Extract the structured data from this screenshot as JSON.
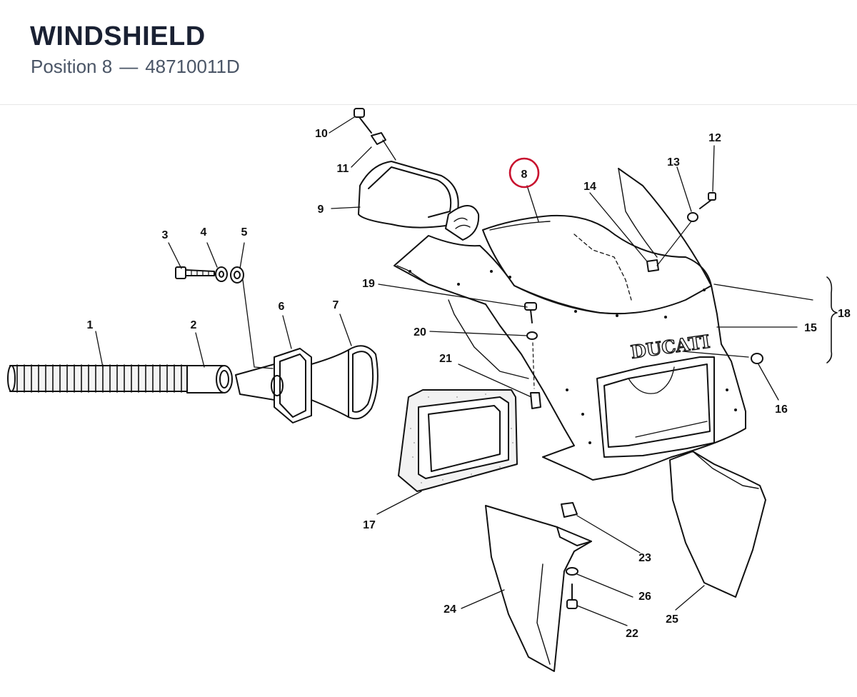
{
  "header": {
    "title": "WINDSHIELD",
    "position_label": "Position 8",
    "dash": "—",
    "part_number": "48710011D"
  },
  "diagram": {
    "brand_text": "DUCATI",
    "highlight_color": "#c8102e",
    "highlighted_callout": "8",
    "callouts": [
      "1",
      "2",
      "3",
      "4",
      "5",
      "6",
      "7",
      "8",
      "9",
      "10",
      "11",
      "12",
      "13",
      "14",
      "15",
      "16",
      "17",
      "18",
      "19",
      "20",
      "21",
      "22",
      "23",
      "24",
      "25",
      "26"
    ]
  }
}
